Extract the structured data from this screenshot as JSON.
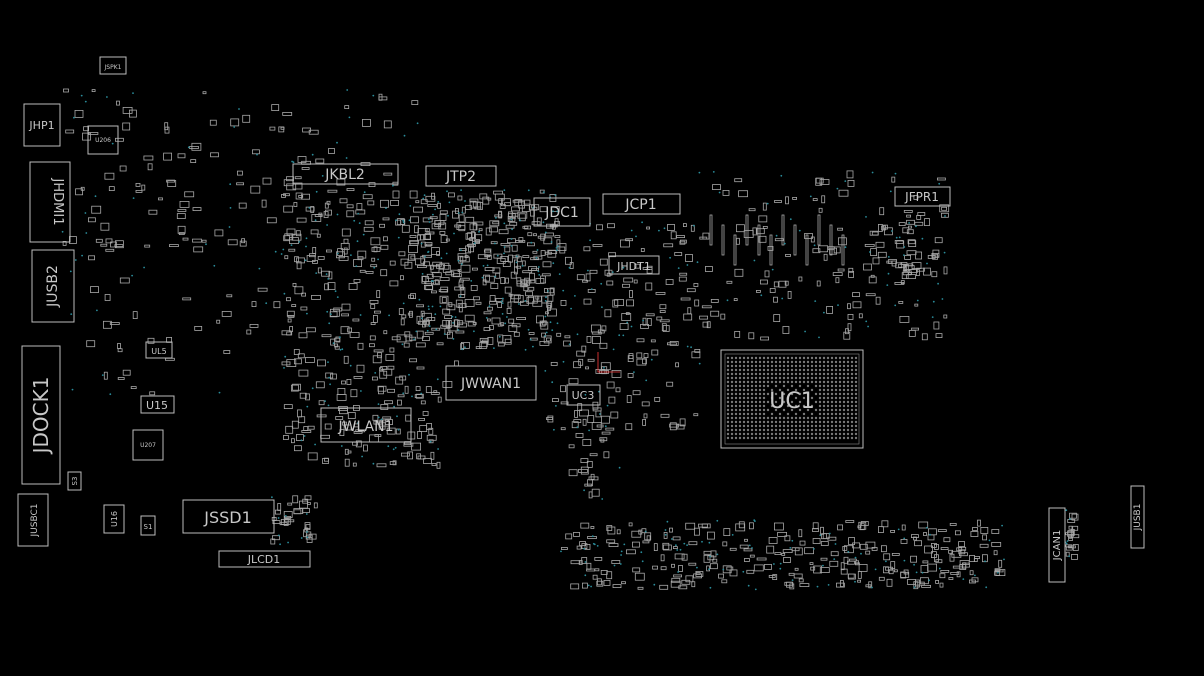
{
  "board": {
    "connectors": [
      {
        "id": "JKBL2",
        "label": "JKBL2"
      },
      {
        "id": "JTP2",
        "label": "JTP2"
      },
      {
        "id": "JDC1",
        "label": "JDC1"
      },
      {
        "id": "JCP1",
        "label": "JCP1"
      },
      {
        "id": "JHDT1",
        "label": "JHDT1"
      },
      {
        "id": "JFPR1",
        "label": "JFPR1"
      },
      {
        "id": "JWWAN1",
        "label": "JWWAN1"
      },
      {
        "id": "JWLAN1",
        "label": "JWLAN1"
      },
      {
        "id": "JSSD1",
        "label": "JSSD1"
      },
      {
        "id": "JLCD1",
        "label": "JLCD1"
      },
      {
        "id": "JHP1",
        "label": "JHP1"
      },
      {
        "id": "JHDMI1",
        "label": "JHDMI1"
      },
      {
        "id": "JUSB2",
        "label": "JUSB2"
      },
      {
        "id": "JDOCK1",
        "label": "JDOCK1"
      },
      {
        "id": "JUSBC1",
        "label": "JUSBC1"
      },
      {
        "id": "JCAN1",
        "label": "JCAN1"
      },
      {
        "id": "JUSB1",
        "label": "JUSB1"
      },
      {
        "id": "JSPK1",
        "label": "JSPK1"
      }
    ],
    "chips": [
      {
        "id": "UC1",
        "label": "UC1"
      },
      {
        "id": "UC3",
        "label": "UC3"
      },
      {
        "id": "U15",
        "label": "U15"
      },
      {
        "id": "UL5",
        "label": "UL5"
      },
      {
        "id": "U16",
        "label": "U16"
      },
      {
        "id": "S1",
        "label": "S1"
      },
      {
        "id": "S3",
        "label": "S3"
      },
      {
        "id": "U206",
        "label": "U206"
      },
      {
        "id": "U207",
        "label": "U207"
      }
    ],
    "colors": {
      "background": "#000000",
      "outline": "#bdbdbd",
      "via": "#2a8c9a",
      "highlight": "#ff3b3b"
    }
  }
}
